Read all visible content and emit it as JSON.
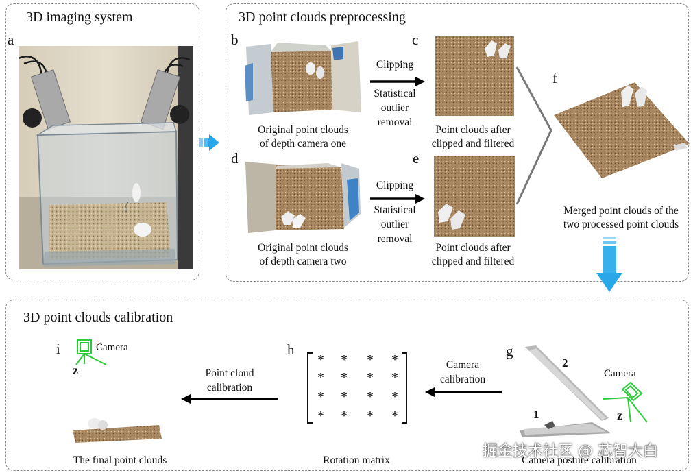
{
  "panels": {
    "imaging": {
      "title": "3D imaging system"
    },
    "preprocessing": {
      "title": "3D point clouds preprocessing"
    },
    "calibration": {
      "title": "3D point clouds calibration"
    }
  },
  "letters": {
    "a": "a",
    "b": "b",
    "c": "c",
    "d": "d",
    "e": "e",
    "f": "f",
    "g": "g",
    "h": "h",
    "i": "i"
  },
  "captions": {
    "b_line1": "Original point clouds",
    "b_line2": "of depth camera one",
    "c_line1": "Point clouds after",
    "c_line2": "clipped and filtered",
    "d_line1": "Original point clouds",
    "d_line2": "of depth camera two",
    "e_line1": "Point clouds after",
    "e_line2": "clipped and filtered",
    "f_line1": "Merged point clouds of the",
    "f_line2": "two processed point clouds",
    "i": "The final point clouds",
    "h": "Rotation matrix",
    "g": "Camera posture calibration"
  },
  "arrows": {
    "top": {
      "line1": "Clipping",
      "line2": "Statistical",
      "line3": "outlier",
      "line4": "removal"
    },
    "bottom": {
      "line1": "Clipping",
      "line2": "Statistical",
      "line3": "outlier",
      "line4": "removal"
    },
    "camera_calibration": {
      "line1": "Camera",
      "line2": "calibration"
    },
    "point_cloud_calibration": {
      "line1": "Point cloud",
      "line2": "calibration"
    }
  },
  "matrix": {
    "cells": [
      "*",
      "*",
      "*",
      "*",
      "*",
      "*",
      "*",
      "*",
      "*",
      "*",
      "*",
      "*",
      "*",
      "*",
      "*",
      "*"
    ]
  },
  "camera_labels": {
    "i_camera": "Camera",
    "i_axis": "z",
    "g_camera": "Camera",
    "g_axis": "z",
    "g_view1": "1",
    "g_view2": "2"
  },
  "watermark": "掘金技术社区 @ 芯智大白",
  "colors": {
    "accent_blue": "#2aa7e8",
    "camera_green": "#2bcc3a",
    "dashed_border": "#8a8a8a"
  }
}
